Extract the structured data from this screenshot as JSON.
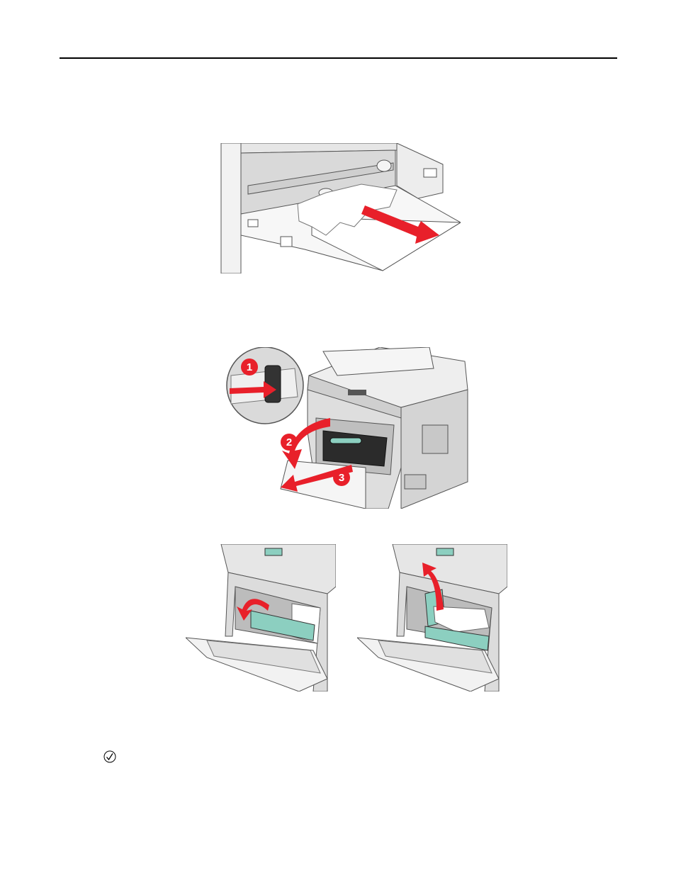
{
  "page": {
    "header_rule": true,
    "accent_color": "#e8202a",
    "part_color": "#8ccfc0"
  },
  "figures": [
    {
      "name": "multipurpose-feeder-jam",
      "icon": "paper-jam-illustration"
    },
    {
      "name": "open-front-door",
      "icon": "printer-front-door-illustration",
      "callouts": [
        "1",
        "2",
        "3"
      ]
    },
    {
      "name": "lift-flap",
      "icon": "fuser-flap-illustration"
    },
    {
      "name": "remove-jammed-paper",
      "icon": "fuser-paper-removal-illustration"
    }
  ],
  "note": {
    "icon": "checkmark-icon"
  }
}
